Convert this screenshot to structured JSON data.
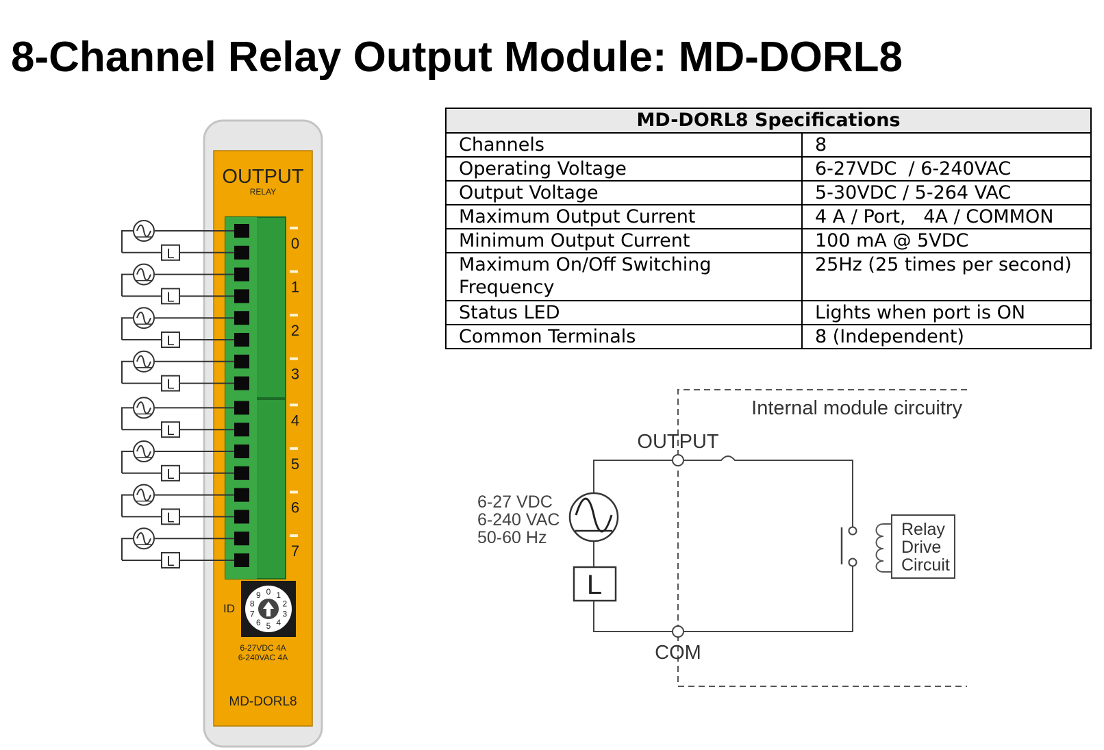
{
  "title": "8-Channel Relay Output Module: MD-DORL8",
  "module": {
    "header": "OUTPUT",
    "subheader": "RELAY",
    "channel_labels": [
      "0",
      "1",
      "2",
      "3",
      "4",
      "5",
      "6",
      "7"
    ],
    "load_label": "L",
    "id_label": "ID",
    "dial_digits": [
      "0",
      "1",
      "2",
      "3",
      "4",
      "5",
      "6",
      "7",
      "8",
      "9"
    ],
    "rating_line1": "6-27VDC 4A",
    "rating_line2": "6-240VAC 4A",
    "model": "MD-DORL8",
    "colors": {
      "body": "#f0a500",
      "terminal": "#2e9a3a",
      "case": "#e6e6e6"
    }
  },
  "specs": {
    "heading": "MD-DORL8 Specifications",
    "rows": [
      {
        "label": "Channels",
        "value": "8"
      },
      {
        "label": "Operating Voltage",
        "value": "6-27VDC  / 6-240VAC"
      },
      {
        "label": "Output Voltage",
        "value": "5-30VDC / 5-264 VAC"
      },
      {
        "label": "Maximum Output Current",
        "value": "4 A / Port,   4A / COMMON"
      },
      {
        "label": "Minimum Output Current",
        "value": "100 mA @ 5VDC"
      },
      {
        "label": "Maximum On/Off Switching Frequency",
        "value": "25Hz (25 times per second)"
      },
      {
        "label": "Status LED",
        "value": "Lights when port is ON"
      },
      {
        "label": "Common Terminals",
        "value": "8 (Independent)"
      }
    ]
  },
  "circuit": {
    "internal_label": "Internal module circuitry",
    "output_label": "OUTPUT",
    "com_label": "COM",
    "source_line1": "6-27 VDC",
    "source_line2": "6-240 VAC",
    "source_line3": "50-60 Hz",
    "load_label": "L",
    "relay_line1": "Relay",
    "relay_line2": "Drive",
    "relay_line3": "Circuit"
  }
}
